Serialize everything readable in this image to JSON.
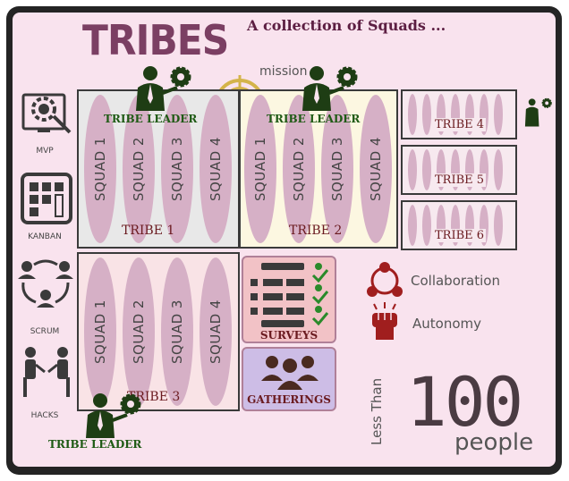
{
  "header": {
    "title": "TRIBES",
    "subtitle": "A collection of Squads ...",
    "mission_label": "mission"
  },
  "side_items": [
    {
      "label": "MVP",
      "icon": "gear-network-icon"
    },
    {
      "label": "KANBAN",
      "icon": "kanban-board-icon"
    },
    {
      "label": "SCRUM",
      "icon": "scrum-cycle-icon"
    },
    {
      "label": "HACKS",
      "icon": "discussion-icon"
    }
  ],
  "leader_label": "TRIBE LEADER",
  "tribes": [
    {
      "name": "TRIBE 1",
      "squads": [
        "SQUAD 1",
        "SQUAD 2",
        "SQUAD 3",
        "SQUAD 4"
      ],
      "fill": "#e8e8e8"
    },
    {
      "name": "TRIBE 2",
      "squads": [
        "SQUAD 1",
        "SQUAD 2",
        "SQUAD 3",
        "SQUAD 4"
      ],
      "fill": "#fcf7e1"
    },
    {
      "name": "TRIBE 3",
      "squads": [
        "SQUAD 1",
        "SQUAD 2",
        "SQUAD 3",
        "SQUAD 4"
      ],
      "fill": "#f9e3e6"
    }
  ],
  "small_tribes": [
    {
      "name": "TRIBE 4"
    },
    {
      "name": "TRIBE 5"
    },
    {
      "name": "TRIBE 6"
    }
  ],
  "cards": {
    "surveys": "SURVEYS",
    "gatherings": "GATHERINGS"
  },
  "legend": {
    "collaboration": "Collaboration",
    "autonomy": "Autonomy"
  },
  "footer": {
    "less_than": "Less Than",
    "number": "100",
    "people": "people"
  },
  "colors": {
    "leader": "#1e3d14",
    "accent": "#7b3f63",
    "squad": "#d6b0c6",
    "legend_red": "#a01e1e",
    "target": "#d4b44a"
  }
}
